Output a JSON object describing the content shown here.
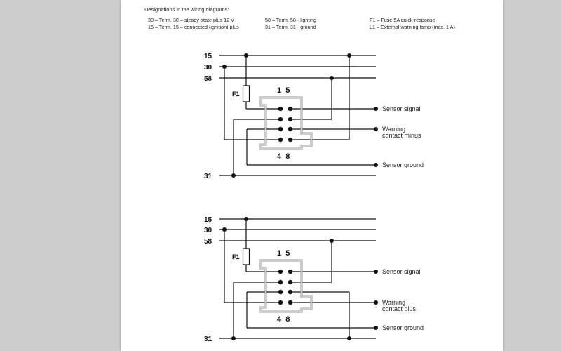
{
  "legend": {
    "heading": "Designations in the wiring diagrams:",
    "items": [
      "30 – Term. 30 – steady-state plus 12 V",
      "15 – Term. 15 – connected (ignition) plus",
      "58 – Term. 58 - lighting",
      "31 – Term. 31 - ground",
      "F1 – Fuse 5A quick-response",
      "L1 – External warning lamp (max. 1 A)"
    ]
  },
  "diagrams": [
    {
      "bus": [
        "15",
        "30",
        "58",
        "31"
      ],
      "fuse": "F1",
      "pins_top": "1  5",
      "pins_bottom": "4  8",
      "signals": [
        "Sensor signal",
        "Warning",
        "contact minus",
        "Sensor ground"
      ]
    },
    {
      "bus": [
        "15",
        "30",
        "58",
        "31"
      ],
      "fuse": "F1",
      "pins_top": "1  5",
      "pins_bottom": "4  8",
      "signals": [
        "Sensor signal",
        "Warning",
        "contact plus",
        "Sensor ground"
      ]
    }
  ],
  "colors": {
    "line": "#111111",
    "connector_outline": "#9a9a9a",
    "page": "#ffffff",
    "background": "#cdcdcd"
  }
}
